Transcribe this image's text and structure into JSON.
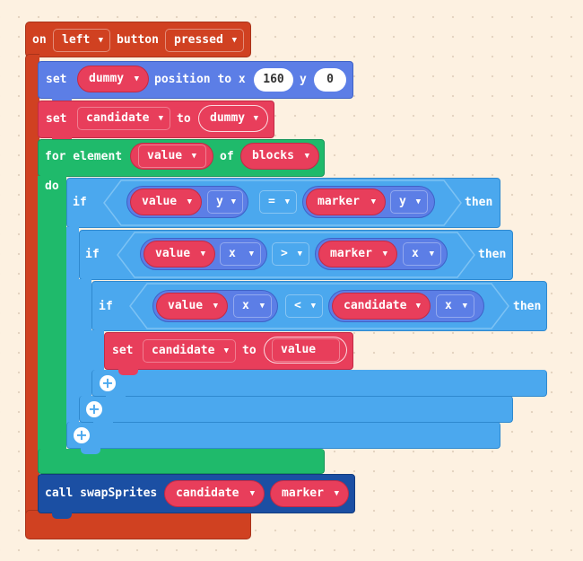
{
  "event_block": {
    "on": "on",
    "key": "left",
    "button": "button",
    "action": "pressed"
  },
  "set_position": {
    "set": "set",
    "sprite": "dummy",
    "label": "position to x",
    "x": "160",
    "ylabel": "y",
    "y": "0"
  },
  "set_candidate": {
    "set": "set",
    "var": "candidate",
    "to": "to",
    "value": "dummy"
  },
  "for_loop": {
    "label": "for element",
    "elem": "value",
    "of": "of",
    "list": "blocks",
    "do": "do"
  },
  "if1": {
    "if": "if",
    "left_var": "value",
    "left_prop": "y",
    "op": "=",
    "right_var": "marker",
    "right_prop": "y",
    "then": "then"
  },
  "if2": {
    "if": "if",
    "left_var": "value",
    "left_prop": "x",
    "op": ">",
    "right_var": "marker",
    "right_prop": "x",
    "then": "then"
  },
  "if3": {
    "if": "if",
    "left_var": "value",
    "left_prop": "x",
    "op": "<",
    "right_var": "candidate",
    "right_prop": "x",
    "then": "then"
  },
  "set_inner": {
    "set": "set",
    "var": "candidate",
    "to": "to",
    "value": "value"
  },
  "call_block": {
    "label": "call swapSprites",
    "arg1": "candidate",
    "arg2": "marker"
  },
  "icons": {
    "caret": "caret-down-icon",
    "plus": "plus-circle-icon"
  },
  "colors": {
    "event": "#d04121",
    "loops": "#1fba6b",
    "logic": "#4ba8ee",
    "variables": "#e83e5b",
    "sprites": "#5c7ee6",
    "functions": "#1b4fa3",
    "background": "#fdf1e1"
  }
}
